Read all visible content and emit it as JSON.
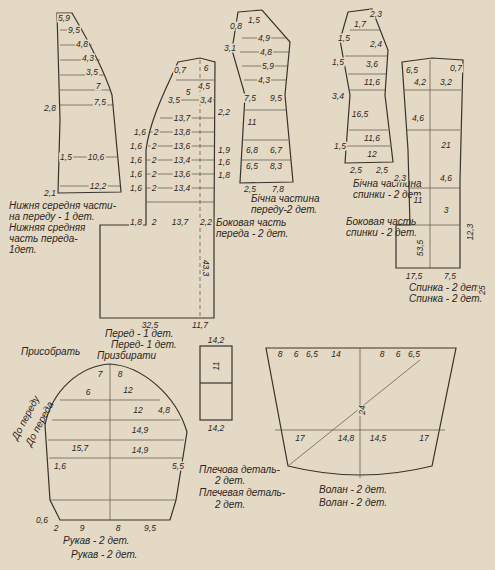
{
  "diagram": {
    "labels": [
      "5,9",
      "9,5",
      "4,8",
      "4,3",
      "3,5",
      "7",
      "7,5",
      "2,8",
      "1,5",
      "10,6",
      "2,1",
      "12,2",
      "Нижня середня части-",
      "на переду - 1 дет.",
      "Нижняя средняя",
      "часть переда-",
      "1дет.",
      "0,7",
      "6",
      "4,5",
      "3,4",
      "3,5",
      "5",
      "1,6",
      "2",
      "13,8",
      "1,6",
      "2",
      "13,6",
      "1,6",
      "2",
      "13,4",
      "1,6",
      "2",
      "13,6",
      "1,6",
      "2",
      "13,4",
      "1,8",
      "2",
      "13,7",
      "2,2",
      "2,2",
      "1,9",
      "1,6",
      "1,8",
      "13,7",
      "43,3",
      "32,5",
      "11,7",
      "Перед - 1 дет.",
      "Перед- 1 дет.",
      "0,8",
      "3,1",
      "1,5",
      "4,9",
      "4,8",
      "5,9",
      "4,3",
      "7,5",
      "9,5",
      "11",
      "6,8",
      "6,7",
      "6,5",
      "8,3",
      "2,5",
      "7,8",
      "Бічна частина",
      "переду-2 дет.",
      "Боковая часть",
      "переда - 2 дет.",
      "2,3",
      "1,7",
      "1,5",
      "2,4",
      "1,5",
      "3,6",
      "11,6",
      "3,4",
      "16,5",
      "1,5",
      "11,6",
      "12",
      "2,5",
      "2,5",
      "Бічна частина",
      "спинки - 2 дет.",
      "Боковая часть",
      "спинки - 2 дет.",
      "6,5",
      "0,7",
      "4,2",
      "3,2",
      "4,6",
      "21",
      "2,3",
      "11",
      "4,6",
      "3",
      "53,5",
      "12,3",
      "17,5",
      "7,5",
      "Спинка - 2 дет.",
      "Спинка - 2 дет.",
      "25",
      "Присобрать",
      "Призбирати",
      "До переду",
      "До переда",
      "7",
      "8",
      "6",
      "12",
      "4,8",
      "12",
      "14,9",
      "15,7",
      "14,9",
      "1,6",
      "5,5",
      "0,6",
      "2",
      "9",
      "8",
      "9,5",
      "Рукав - 2 дет.",
      "Рукав - 2 дет.",
      "14,2",
      "11",
      "14,2",
      "Плечова деталь-",
      "2 дет.",
      "Плечевая деталь-",
      "2 дет.",
      "8",
      "6",
      "6,5",
      "14",
      "8",
      "6",
      "6,5",
      "24",
      "17",
      "14,8",
      "14,5",
      "17",
      "Волан - 2 дет.",
      "Волан - 2 дет."
    ]
  }
}
